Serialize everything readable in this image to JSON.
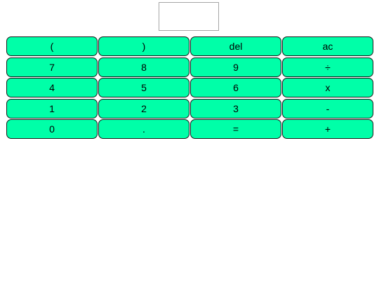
{
  "display": {
    "value": ""
  },
  "keys": [
    {
      "label": "(",
      "name": "open-paren-button"
    },
    {
      "label": ")",
      "name": "close-paren-button"
    },
    {
      "label": "del",
      "name": "delete-button"
    },
    {
      "label": "ac",
      "name": "all-clear-button"
    },
    {
      "label": "7",
      "name": "digit-7-button"
    },
    {
      "label": "8",
      "name": "digit-8-button"
    },
    {
      "label": "9",
      "name": "digit-9-button"
    },
    {
      "label": "÷",
      "name": "divide-button"
    },
    {
      "label": "4",
      "name": "digit-4-button"
    },
    {
      "label": "5",
      "name": "digit-5-button"
    },
    {
      "label": "6",
      "name": "digit-6-button"
    },
    {
      "label": "x",
      "name": "multiply-button"
    },
    {
      "label": "1",
      "name": "digit-1-button"
    },
    {
      "label": "2",
      "name": "digit-2-button"
    },
    {
      "label": "3",
      "name": "digit-3-button"
    },
    {
      "label": "-",
      "name": "subtract-button"
    },
    {
      "label": "0",
      "name": "digit-0-button"
    },
    {
      "label": ".",
      "name": "decimal-point-button"
    },
    {
      "label": "=",
      "name": "equals-button"
    },
    {
      "label": "+",
      "name": "add-button"
    }
  ],
  "colors": {
    "key_background": "#00ffa8",
    "key_border": "#1a1a1a",
    "display_border": "#a6a6a6"
  }
}
